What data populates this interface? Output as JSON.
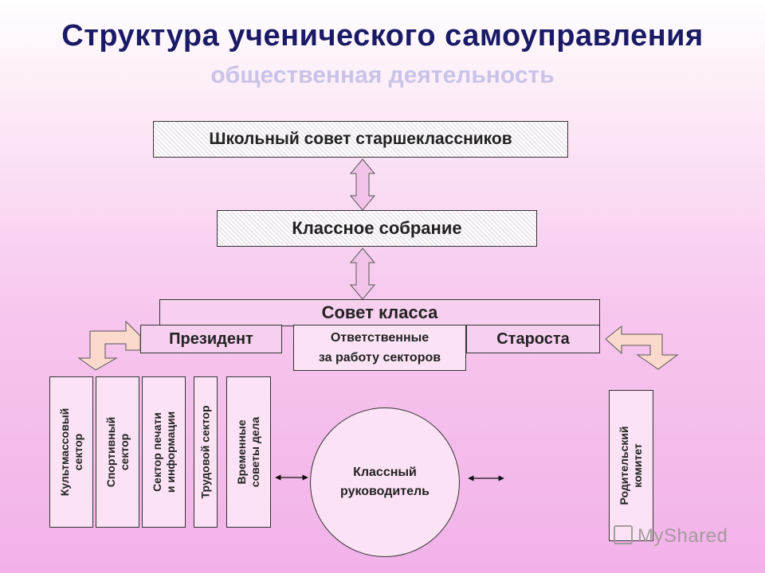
{
  "title": "Структура ученического самоуправления",
  "subtitle": "общественная деятельность",
  "nodes": {
    "school_council": "Школьный совет старшеклассников",
    "class_meeting": "Классное собрание",
    "class_council": "Совет класса",
    "president": "Президент",
    "responsible": "Ответственные\nза работу секторов",
    "headman": "Староста",
    "class_teacher": "Классный\nруководитель",
    "parent_committee": "Родительский\nкомитет"
  },
  "sectors": [
    "Культмассовый\nсектор",
    "Спортивный\nсектор",
    "Сектор печати\nи информации",
    "Трудовой сектор",
    "Временные\nсоветы дела"
  ],
  "watermark": "MyShared"
}
